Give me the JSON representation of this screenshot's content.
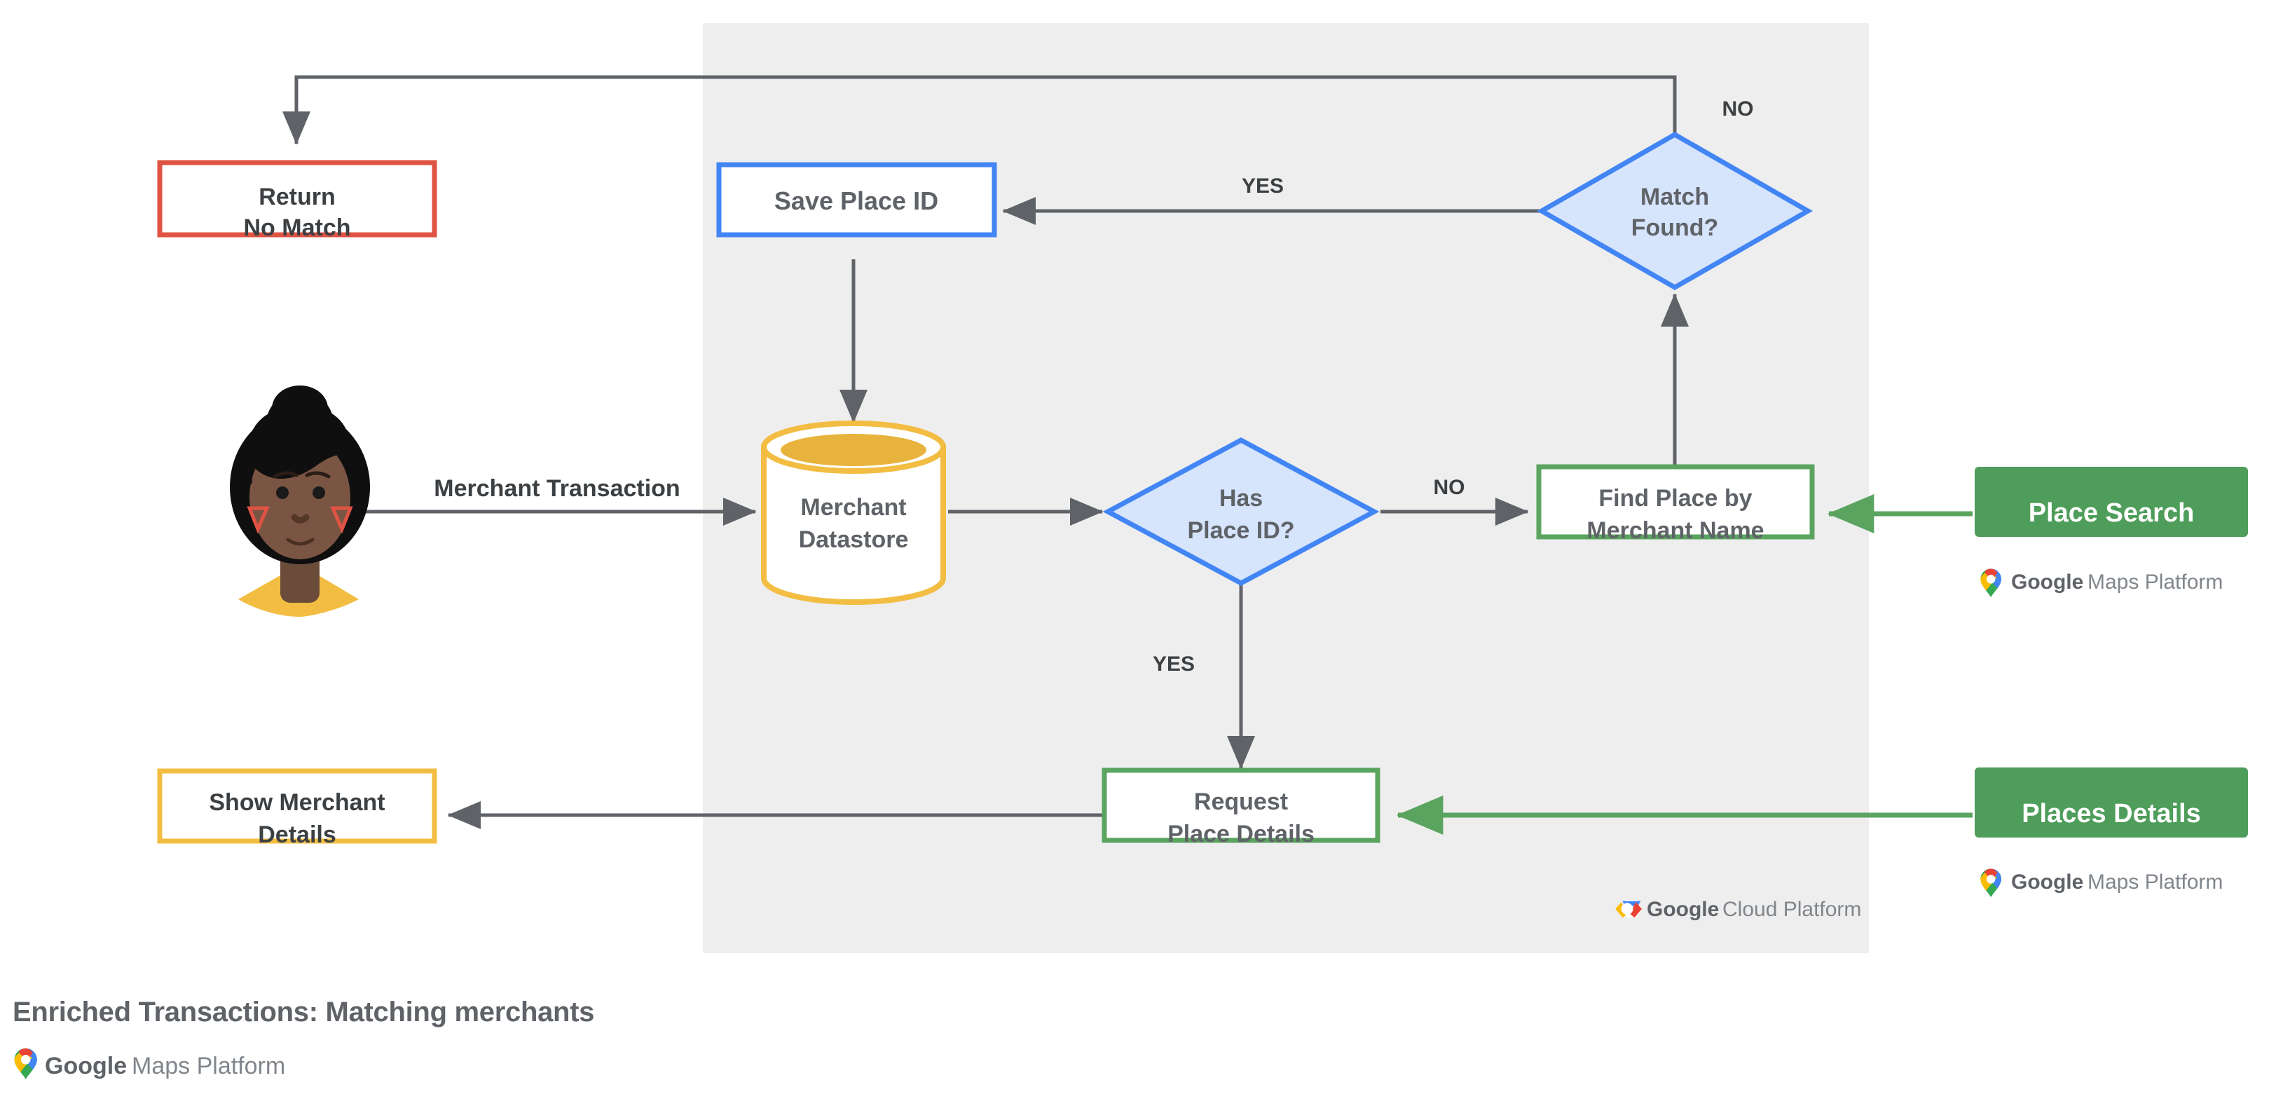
{
  "diagram": {
    "title": "Enriched Transactions: Matching merchants",
    "panel_label": "Google Cloud Platform region",
    "colors": {
      "panel_bg": "#eeeeee",
      "blue": "#4285f4",
      "blue_fill": "#d6e4fc",
      "green": "#5aa45f",
      "green_solid": "#4e9d5b",
      "yellow": "#f2bd42",
      "red": "#e05343",
      "arrow_gray": "#5f6368",
      "text_gray": "#5f6368",
      "text_dark": "#3c4043"
    }
  },
  "nodes": {
    "return_no_match": {
      "line1": "Return",
      "line2": "No Match"
    },
    "save_place_id": {
      "line1": "Save Place ID"
    },
    "match_found": {
      "line1": "Match",
      "line2": "Found?"
    },
    "merchant_datastore": {
      "line1": "Merchant",
      "line2": "Datastore"
    },
    "has_place_id": {
      "line1": "Has",
      "line2": "Place ID?"
    },
    "find_place": {
      "line1": "Find Place by",
      "line2": "Merchant Name"
    },
    "place_search": {
      "line1": "Place Search"
    },
    "request_place_details": {
      "line1": "Request",
      "line2": "Place Details"
    },
    "places_details": {
      "line1": "Places Details"
    },
    "show_merchant_details": {
      "line1": "Show Merchant",
      "line2": "Details"
    },
    "customer": {
      "alt": "customer avatar illustration"
    }
  },
  "edges": {
    "merchant_transaction": "Merchant Transaction",
    "has_place_id_yes": "YES",
    "has_place_id_no": "NO",
    "match_found_yes": "YES",
    "match_found_no": "NO"
  },
  "logos": {
    "gmp_text_bold": "Google",
    "gmp_text_light": "Maps Platform",
    "gcp_text_bold": "Google",
    "gcp_text_light": "Cloud Platform"
  }
}
